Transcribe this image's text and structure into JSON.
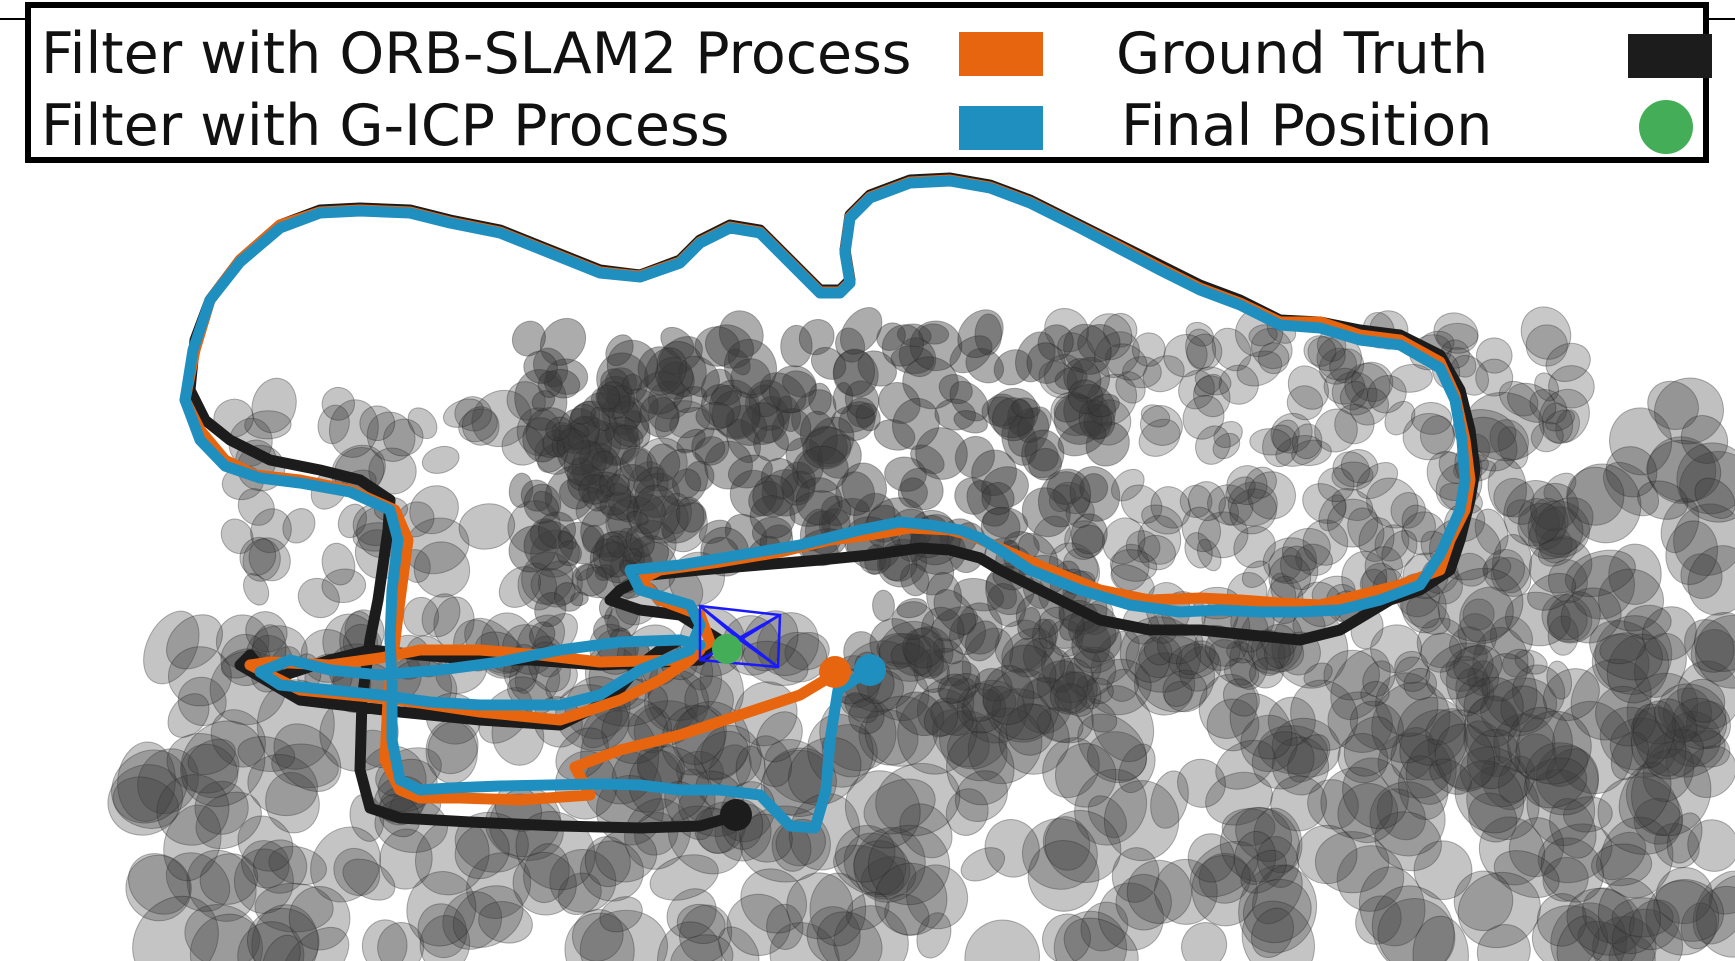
{
  "legend": {
    "items": [
      {
        "label": "Filter with ORB-SLAM2 Process",
        "color": "#e8650f",
        "marker": "square"
      },
      {
        "label": "Ground Truth",
        "color": "#1c1c1c",
        "marker": "square"
      },
      {
        "label": "Filter with G-ICP Process",
        "color": "#1f8fc0",
        "marker": "square"
      },
      {
        "label": "Final Position",
        "color": "#44ad57",
        "marker": "circle"
      }
    ]
  },
  "scene": {
    "ellipsoid_color": "#3a3a3a",
    "camera_frustum_color": "#1a1aff"
  }
}
